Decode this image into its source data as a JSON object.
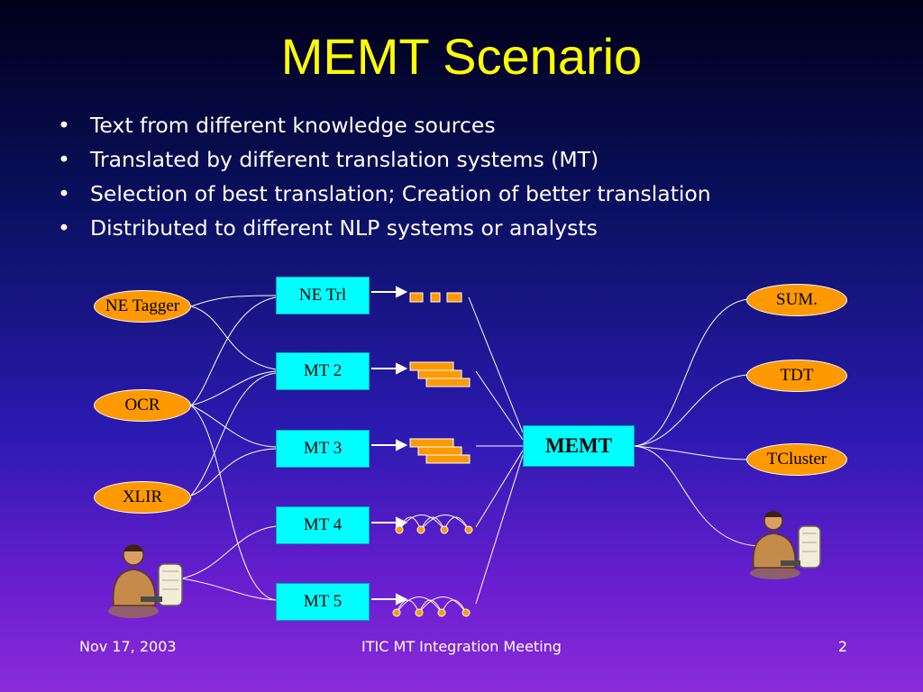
{
  "slide": {
    "title": "MEMT Scenario",
    "bullets": [
      "Text from different knowledge sources",
      "Translated by different translation systems (MT)",
      "Selection of best translation; Creation of better translation",
      "Distributed to different NLP systems or analysts"
    ]
  },
  "diagram": {
    "sources": [
      "NE Tagger",
      "OCR",
      "XLIR"
    ],
    "systems": [
      "NE Trl",
      "MT 2",
      "MT 3",
      "MT 4",
      "MT 5"
    ],
    "hub": "MEMT",
    "outputs": [
      "SUM.",
      "TDT",
      "TCluster"
    ],
    "colors": {
      "box_fill": "#00ffff",
      "ellipse_fill": "#ff9900",
      "title": "#ffff00",
      "line": "#ffffff"
    },
    "icons": [
      "analyst-at-computer-icon",
      "analyst-at-computer-icon"
    ]
  },
  "footer": {
    "date": "Nov 17, 2003",
    "event": "ITIC MT Integration Meeting",
    "page": "2"
  }
}
